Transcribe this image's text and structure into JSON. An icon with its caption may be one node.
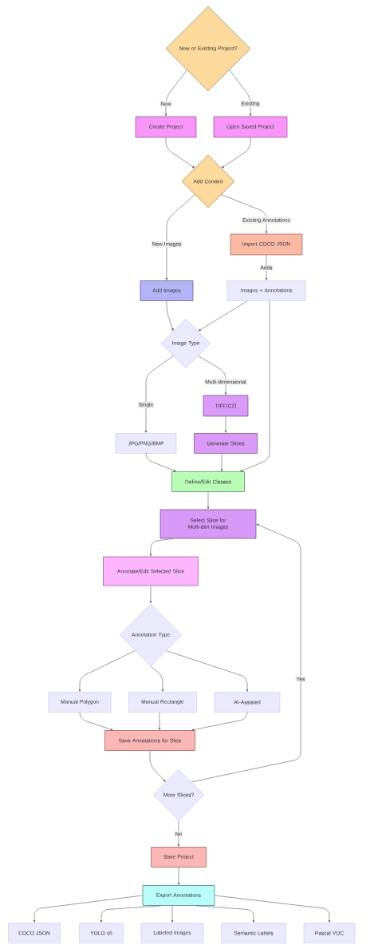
{
  "diagram": {
    "nodes": [
      {
        "text": [
          "New or Existing Project?"
        ]
      },
      {
        "text": [
          "Create Project"
        ]
      },
      {
        "text": [
          "Open Saved Project"
        ]
      },
      {
        "text": [
          "Add Content"
        ]
      },
      {
        "text": [
          "Import COCO JSON"
        ]
      },
      {
        "text": [
          "Add Images"
        ]
      },
      {
        "text": [
          "Images + Annotations"
        ]
      },
      {
        "text": [
          "Image Type"
        ]
      },
      {
        "text": [
          "TIFF/CZI"
        ]
      },
      {
        "text": [
          "JPG/PNG/BMP"
        ]
      },
      {
        "text": [
          "Generate Slices"
        ]
      },
      {
        "text": [
          "Define/Edit Classes"
        ]
      },
      {
        "text": [
          "Select Slice for Multi-dim Images"
        ]
      },
      {
        "text": [
          "Annotate/Edit Selected Slice"
        ]
      },
      {
        "text": [
          "Annotation Type"
        ]
      },
      {
        "text": [
          "Manual Polygon"
        ]
      },
      {
        "text": [
          "Manual Rectangle"
        ]
      },
      {
        "text": [
          "AI-Assisted"
        ]
      },
      {
        "text": [
          "Save Annotations for Slice"
        ]
      },
      {
        "text": [
          "More Slices?"
        ]
      },
      {
        "text": [
          "Save Project"
        ]
      },
      {
        "text": [
          "Export Annotations"
        ]
      },
      {
        "text": [
          "COCO JSON"
        ]
      },
      {
        "text": [
          "YOLO v8"
        ]
      },
      {
        "text": [
          "Labeled Images"
        ]
      },
      {
        "text": [
          "Semantic Labels"
        ]
      },
      {
        "text": [
          "Pascal VOC"
        ]
      }
    ],
    "edges": [
      {
        "from": 0,
        "to": 1,
        "arrow": "to",
        "label": "New"
      },
      {
        "from": 0,
        "to": 2,
        "arrow": "to",
        "label": "Existing"
      },
      {
        "from": 1,
        "to": 3,
        "arrow": "to"
      },
      {
        "from": 2,
        "to": 3,
        "arrow": "to"
      },
      {
        "from": 3,
        "to": 5,
        "arrow": "to",
        "label": "New Images"
      },
      {
        "from": 3,
        "to": 4,
        "arrow": "to",
        "label": "Existing Annotations"
      },
      {
        "from": 4,
        "to": 6,
        "arrow": "to",
        "label": "Adds"
      },
      {
        "from": 5,
        "to": 7,
        "arrow": "to"
      },
      {
        "from": 6,
        "to": 7,
        "arrow": "to"
      },
      {
        "from": 6,
        "to": 11,
        "arrow": "to"
      },
      {
        "from": 7,
        "to": 9,
        "arrow": "to",
        "label": "Single"
      },
      {
        "from": 7,
        "to": 8,
        "arrow": "to",
        "label": "Multi-dimensional"
      },
      {
        "from": 8,
        "to": 10,
        "arrow": "to"
      },
      {
        "from": 9,
        "to": 11,
        "arrow": "to"
      },
      {
        "from": 10,
        "to": 11,
        "arrow": "to"
      },
      {
        "from": 11,
        "to": 12,
        "arrow": "to"
      },
      {
        "from": 12,
        "to": 13,
        "arrow": "to"
      },
      {
        "from": 13,
        "to": 14,
        "arrow": "to"
      },
      {
        "from": 14,
        "to": 15,
        "arrow": "to"
      },
      {
        "from": 14,
        "to": 16,
        "arrow": "to"
      },
      {
        "from": 14,
        "to": 17,
        "arrow": "to"
      },
      {
        "from": 15,
        "to": 18,
        "arrow": "to"
      },
      {
        "from": 16,
        "to": 18,
        "arrow": "to"
      },
      {
        "from": 17,
        "to": 18,
        "arrow": "to"
      },
      {
        "from": 18,
        "to": 19,
        "arrow": "to"
      },
      {
        "from": 19,
        "to": 12,
        "arrow": "to",
        "label": "Yes"
      },
      {
        "from": 19,
        "to": 20,
        "arrow": "to",
        "label": "No"
      },
      {
        "from": 20,
        "to": 21,
        "arrow": "to"
      },
      {
        "from": 21,
        "to": 22,
        "arrow": "to"
      },
      {
        "from": 21,
        "to": 23,
        "arrow": "to"
      },
      {
        "from": 21,
        "to": 24,
        "arrow": "to"
      },
      {
        "from": 21,
        "to": 25,
        "arrow": "to"
      },
      {
        "from": 21,
        "to": 26,
        "arrow": "to"
      }
    ]
  }
}
